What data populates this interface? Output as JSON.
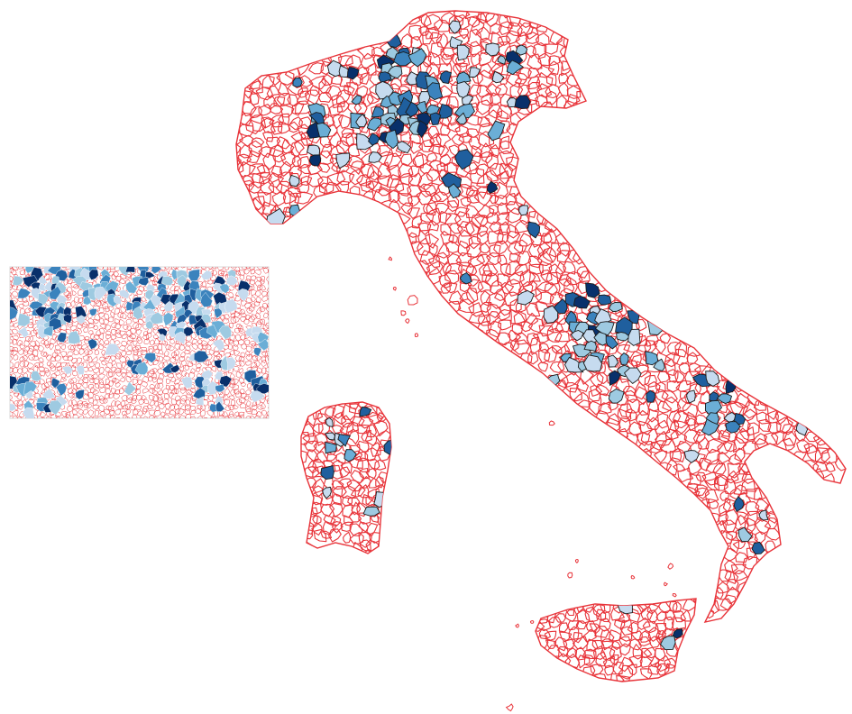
{
  "map": {
    "style": {
      "boundary_color": "#e8343a",
      "highlight_outline": "#1b1b1b",
      "background": "#ffffff",
      "choropleth_scale": [
        "#c6dbef",
        "#9ecae1",
        "#6baed6",
        "#3b83bd",
        "#1f5f9e",
        "#08306b"
      ]
    },
    "regions": [
      "mainland-italy",
      "sardinia",
      "sicily",
      "elba",
      "small-islands"
    ],
    "inset": {
      "description_visible": false,
      "boundary_color": "#e8343a",
      "choropleth_scale": [
        "#c6dbef",
        "#9ecae1",
        "#6baed6",
        "#3b83bd",
        "#1f5f9e",
        "#08306b"
      ]
    }
  }
}
